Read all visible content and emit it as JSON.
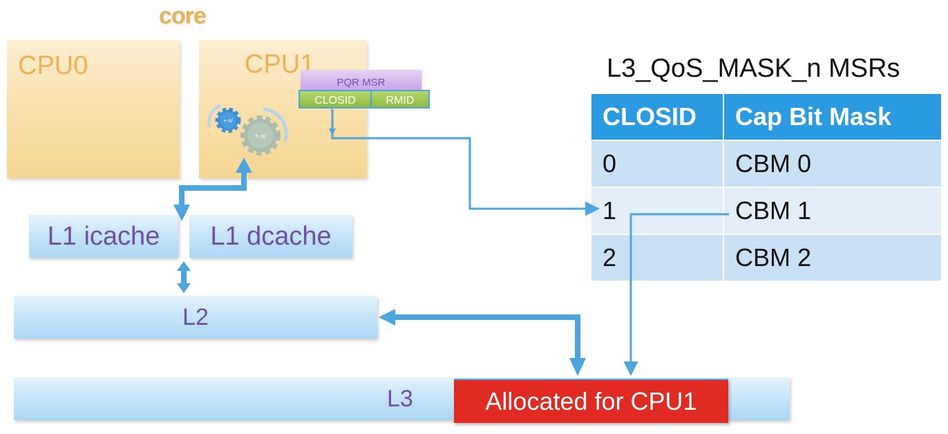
{
  "core_label": "core",
  "cpus": [
    {
      "label": "CPU0"
    },
    {
      "label": "CPU1"
    }
  ],
  "pqr_msr": {
    "label": "PQR MSR",
    "fields": [
      "CLOSID",
      "RMID"
    ]
  },
  "caches": {
    "l1i": "L1 icache",
    "l1d": "L1 dcache",
    "l2": "L2",
    "l3": "L3",
    "allocated": "Allocated for CPU1"
  },
  "gear_symbol": "+-x/",
  "table": {
    "title": "L3_QoS_MASK_n MSRs",
    "headers": [
      "CLOSID",
      "Cap Bit Mask"
    ],
    "rows": [
      [
        "0",
        "CBM 0"
      ],
      [
        "1",
        "CBM 1"
      ],
      [
        "2",
        "CBM 2"
      ]
    ]
  },
  "colors": {
    "arrow": "#4ba5df",
    "allocated": "#e12b22",
    "table_header": "#2a9be3",
    "cpu_label": "#f0b24e",
    "cache_text": "#6f4fa8"
  }
}
